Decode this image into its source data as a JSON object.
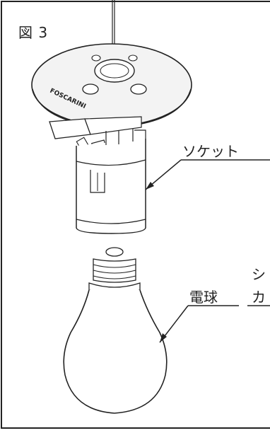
{
  "figure": {
    "label": "図 3"
  },
  "labels": {
    "socket": "ソケット",
    "bulb": "電球",
    "cut_top": "シ",
    "cut_bottom": "カ"
  },
  "brand": "FOSCARINI",
  "colors": {
    "line": "#222222",
    "fill": "#ffffff",
    "canopy": "#f2f2f2"
  }
}
